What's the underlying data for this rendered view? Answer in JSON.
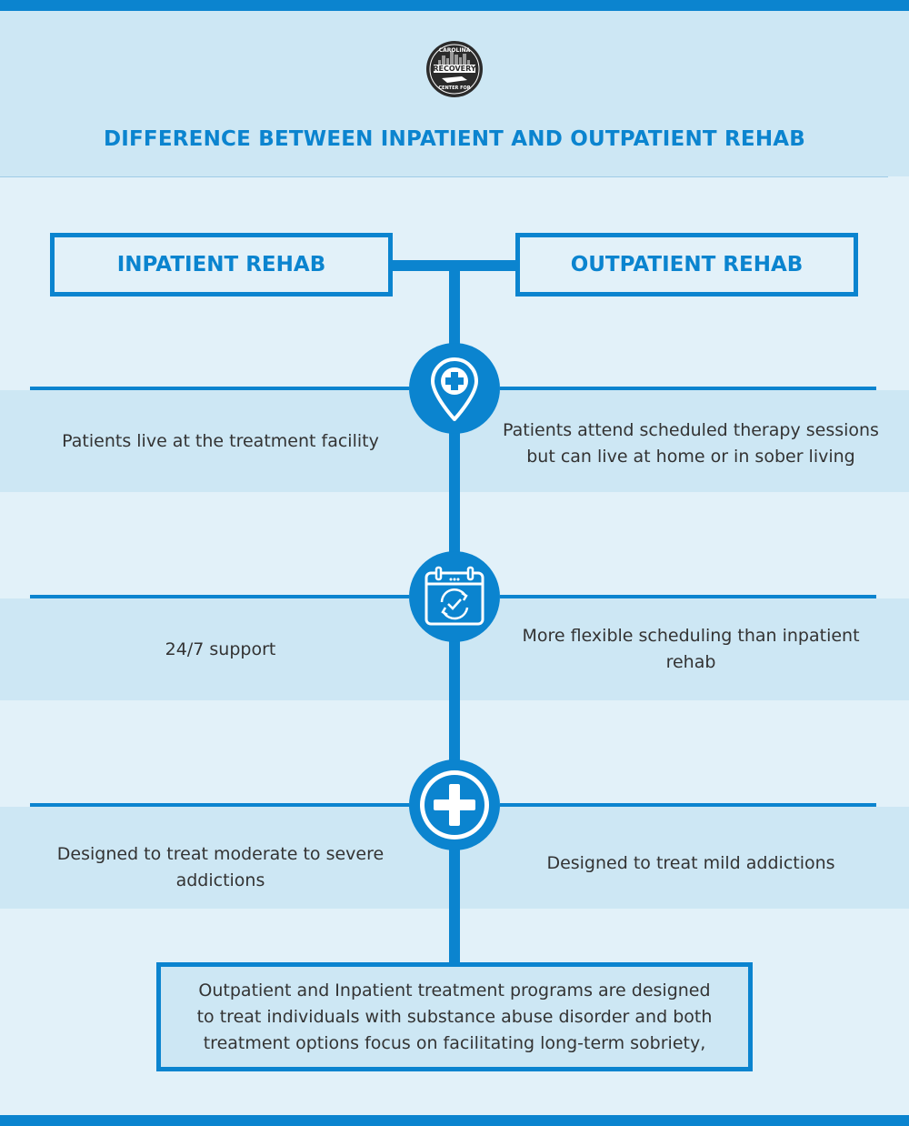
{
  "logo": {
    "line1": "CAROLINA",
    "line2": "RECOVERY",
    "line3": "CENTER FOR"
  },
  "title": "DIFFERENCE BETWEEN INPATIENT AND OUTPATIENT REHAB",
  "columns": {
    "left": "INPATIENT REHAB",
    "right": "OUTPATIENT REHAB"
  },
  "rows": [
    {
      "icon": "location-cross-icon",
      "left": "Patients live at the treatment facility",
      "right": "Patients attend scheduled therapy sessions but can live at home or in sober living"
    },
    {
      "icon": "calendar-sync-icon",
      "left": "24/7 support",
      "right": "More flexible scheduling than inpatient rehab"
    },
    {
      "icon": "plus-icon",
      "left": "Designed to treat moderate to severe addictions",
      "right": "Designed to treat mild addictions"
    }
  ],
  "summary": "Outpatient and Inpatient treatment programs are designed to treat individuals with substance abuse disorder and both treatment options focus on facilitating long-term sobriety,",
  "colors": {
    "accent": "#0b84cf",
    "band": "#cde7f4",
    "background": "#e2f1f9",
    "text": "#333333"
  }
}
